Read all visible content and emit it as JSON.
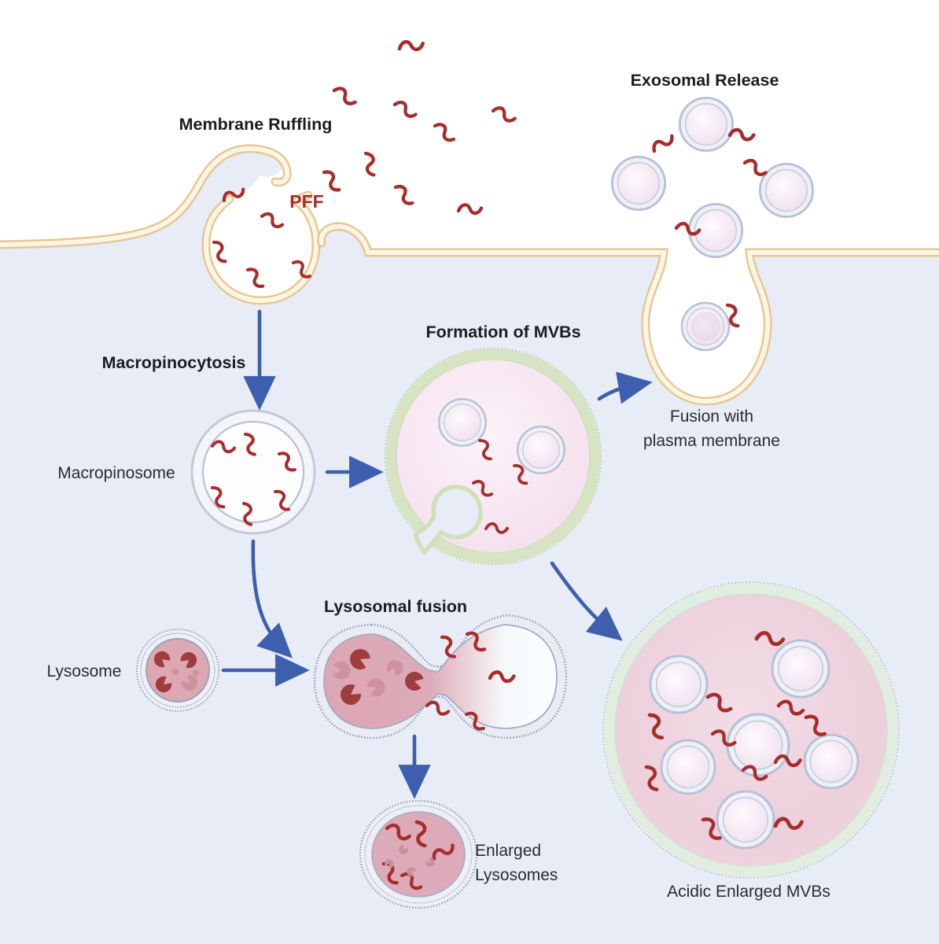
{
  "figure": {
    "labels": {
      "membrane_ruffling": "Membrane Ruffling",
      "pff": "PFF",
      "exosomal_release": "Exosomal Release",
      "formation_of_mvbs": "Formation of MVBs",
      "fusion_line1": "Fusion with",
      "fusion_line2": "plasma membrane",
      "macropinocytosis": "Macropinocytosis",
      "macropinosome": "Macropinosome",
      "lysosome": "Lysosome",
      "lysosomal_fusion": "Lysosomal fusion",
      "enlarged_line1": "Enlarged",
      "enlarged_line2": "Lysosomes",
      "acidic_enlarged_mvbs": "Acidic Enlarged MVBs"
    },
    "colors": {
      "cytoplasm": "#e8ecf7",
      "extracellular": "#ffffff",
      "membrane_edge": "#e6c795",
      "membrane_fill": "#fbf5e4",
      "pff_fibril": "#a82c2c",
      "arrow": "#3d5fae",
      "mvb_ring": "#dce8cd",
      "mvb_fill": "#f6e3ee",
      "vesicle_ring": "#b9c1d6",
      "lysosome_fill": "#dda8b5",
      "enzyme_dark": "#9e3d3d",
      "enzyme_light": "#cf93a0",
      "acidic_mvb_fill": "#eed5df",
      "bold_label": "#1d1d1f",
      "label": "#2c2c2e"
    }
  }
}
